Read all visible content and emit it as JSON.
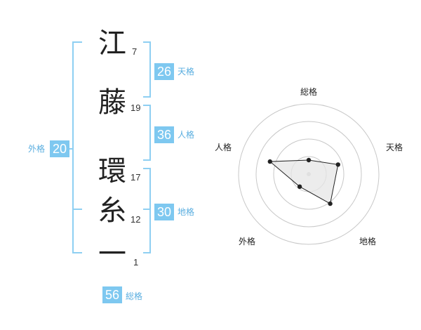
{
  "name": {
    "characters": [
      {
        "char": "江",
        "strokes": "7"
      },
      {
        "char": "藤",
        "strokes": "19"
      },
      {
        "char": "環",
        "strokes": "17"
      },
      {
        "char": "糸",
        "strokes": "12"
      },
      {
        "char": "一",
        "strokes": "1"
      }
    ]
  },
  "fortunes": {
    "tenkaku": {
      "value": "26",
      "label": "天格"
    },
    "jinkaku": {
      "value": "36",
      "label": "人格"
    },
    "chikaku": {
      "value": "30",
      "label": "地格"
    },
    "gaikaku": {
      "value": "20",
      "label": "外格"
    },
    "soukaku": {
      "value": "56",
      "label": "総格"
    }
  },
  "colors": {
    "accent": "#7ec8f0",
    "accent_text": "#5aaee0",
    "bracket": "#8ecff2",
    "ring": "#c8c8c8",
    "polygon_fill": "#e6e6e6",
    "polygon_stroke": "#222222"
  },
  "chart_data": {
    "type": "radar",
    "categories": [
      "総格",
      "天格",
      "地格",
      "外格",
      "人格"
    ],
    "values": [
      1.0,
      2.2,
      2.6,
      1.1,
      2.9
    ],
    "rmax": 5,
    "rings": 4
  }
}
